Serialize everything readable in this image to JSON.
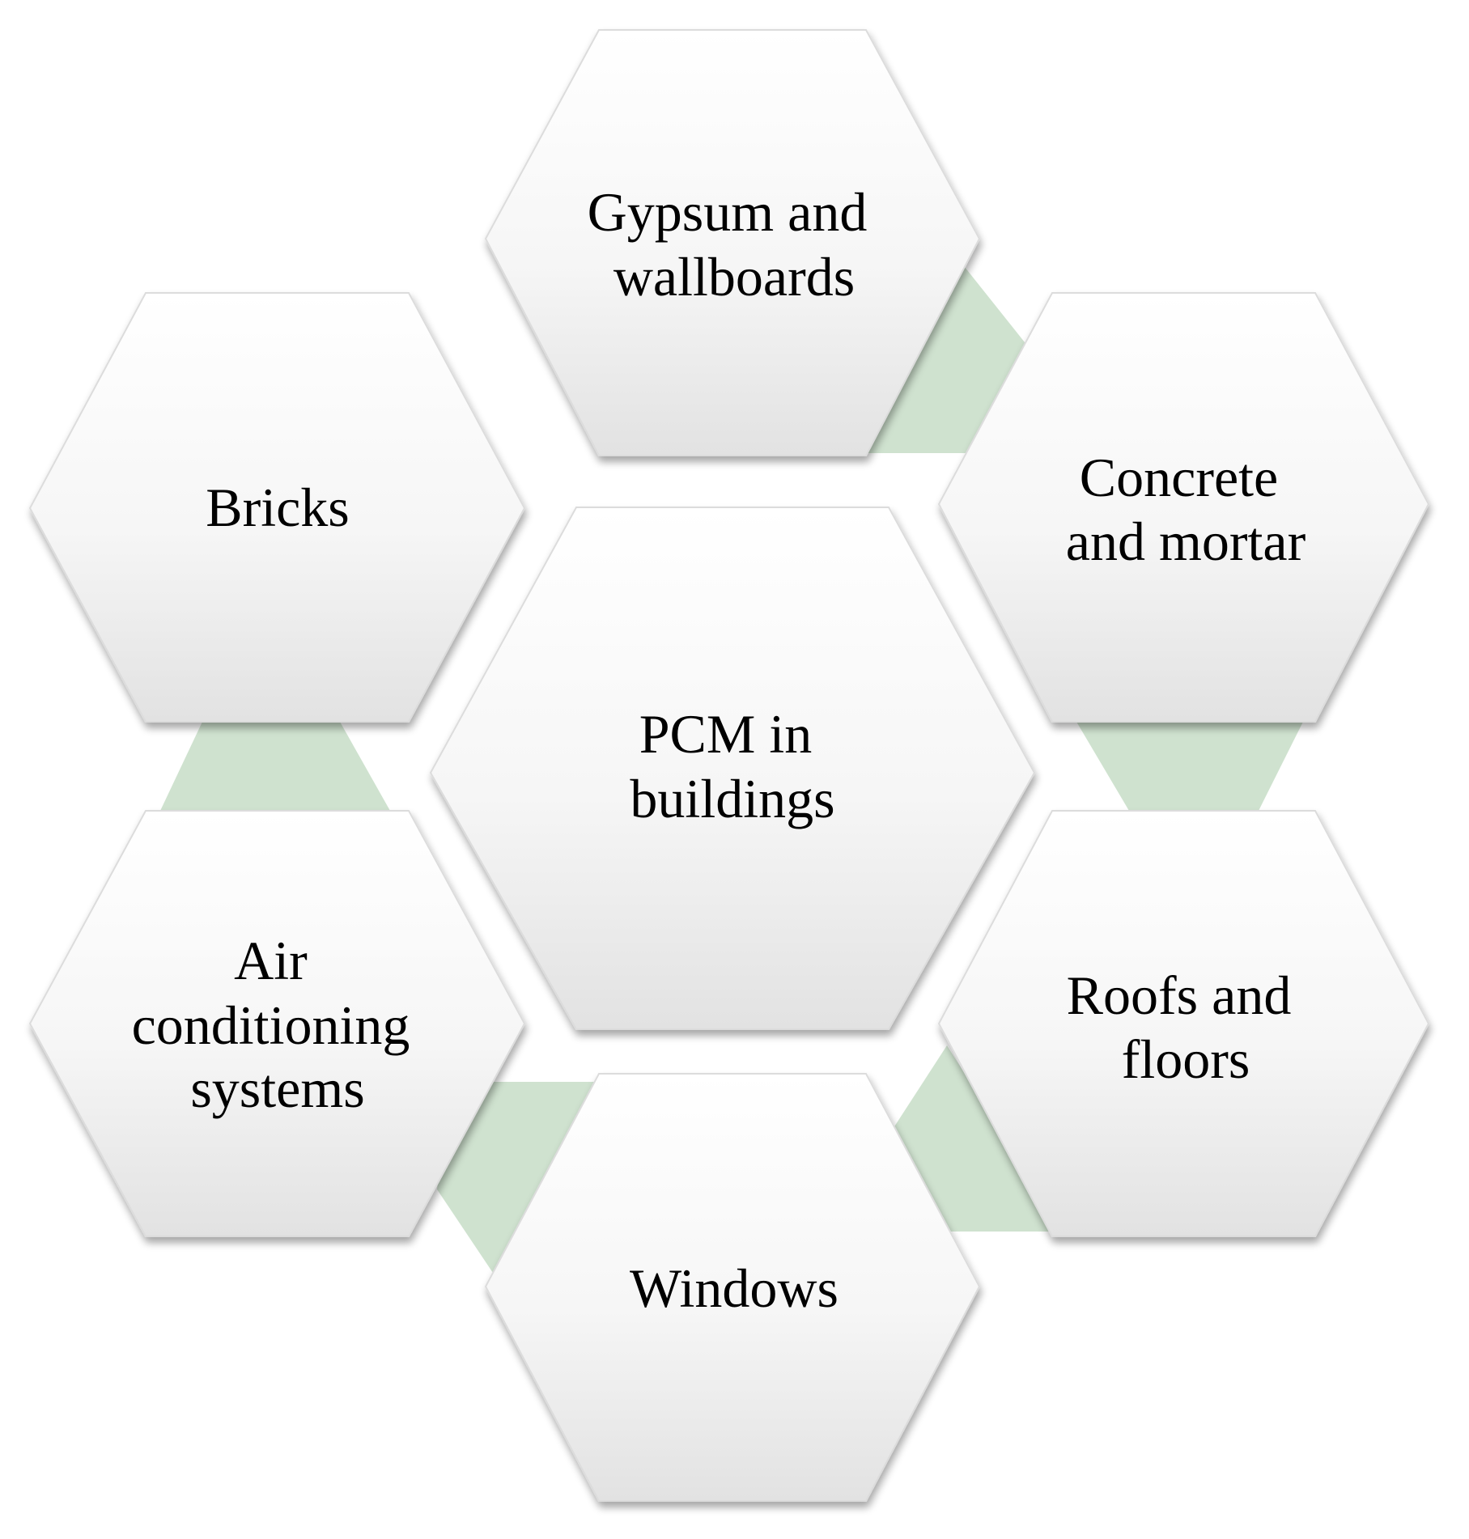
{
  "diagram": {
    "center": {
      "lines": [
        "PCM in",
        "buildings"
      ]
    },
    "nodes": [
      {
        "id": "gypsum",
        "lines": [
          "Gypsum and",
          "wallboards"
        ]
      },
      {
        "id": "concrete",
        "lines": [
          "Concrete",
          "and mortar"
        ]
      },
      {
        "id": "roofs",
        "lines": [
          "Roofs and",
          "floors"
        ]
      },
      {
        "id": "windows",
        "lines": [
          "Windows"
        ]
      },
      {
        "id": "air",
        "lines": [
          "Air",
          "conditioning",
          "systems"
        ]
      },
      {
        "id": "bricks",
        "lines": [
          "Bricks"
        ]
      }
    ]
  },
  "colors": {
    "connector": "#cfe2cf",
    "hex_top": "#ffffff",
    "hex_bottom": "#e2e2e2",
    "hex_stroke": "#dcdcdc",
    "text": "#000000"
  }
}
